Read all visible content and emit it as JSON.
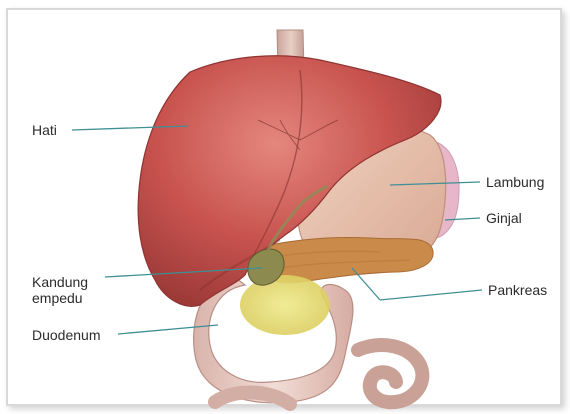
{
  "labels": {
    "hati": "Hati",
    "lambung": "Lambung",
    "ginjal": "Ginjal",
    "kandung_empedu": "Kandung empedu",
    "pankreas": "Pankreas",
    "duodenum": "Duodenum"
  },
  "colors": {
    "liver": "#c8534f",
    "stomach": "#e9c3b0",
    "kidney": "#e7b6c9",
    "pancreas": "#c98a4a",
    "gallbladder": "#e6dd6a",
    "duodenum": "#e4c6bd",
    "leader_line": "#3f8f95"
  }
}
